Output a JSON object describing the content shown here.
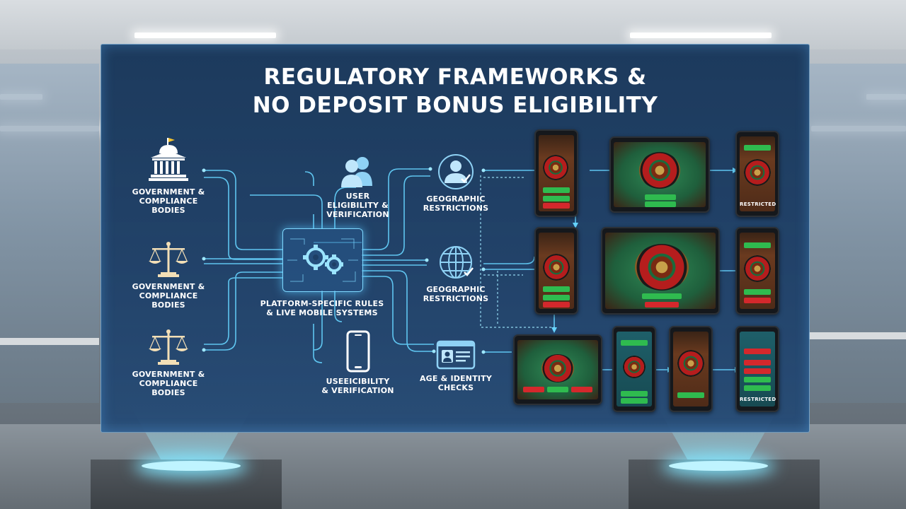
{
  "title_line1": "REGULATORY FRAMEWORKS &",
  "title_line2": "NO DEPOSIT BONUS ELIGIBILITY",
  "left_nodes": [
    {
      "label_line1": "GOVERNMENT &",
      "label_line2": "COMPLIANCE BODIES",
      "icon": "government-building-icon"
    },
    {
      "label_line1": "GOVERNMENT &",
      "label_line2": "COMPLIANCE BODIES",
      "icon": "scales-of-justice-icon"
    },
    {
      "label_line1": "GOVERNMENT &",
      "label_line2": "COMPLIANCE BODIES",
      "icon": "scales-of-justice-icon"
    }
  ],
  "hub": {
    "label_line1": "PLATFORM-SPECIFIC RULES",
    "label_line2": "& LIVE MOBILE SYSTEMS",
    "icon": "circuit-gears-icon"
  },
  "middle_nodes": [
    {
      "label_line1": "USER",
      "label_line2": "ELIGIBILITY &",
      "label_line3": "VERIFICATION",
      "icon": "users-icon"
    },
    {
      "label_line1": "USEEICIBILITY",
      "label_line2": "& VERIFICATION",
      "icon": "smartphone-icon"
    }
  ],
  "right_nodes": [
    {
      "label_line1": "GEOGRAPHIC",
      "label_line2": "RESTRICTIONS",
      "icon": "user-check-icon"
    },
    {
      "label_line1": "GEOGRAPHIC",
      "label_line2": "RESTRICTIONS",
      "icon": "globe-icon"
    },
    {
      "label_line1": "AGE & IDENTITY",
      "label_line2": "CHECKS",
      "icon": "id-card-icon"
    }
  ],
  "device_labels": {
    "restricted": "RESTRICTED"
  },
  "colors": {
    "panel": "#1d3f66",
    "wire": "#66d4ff",
    "accent_green": "#2fbb4f",
    "accent_red": "#d4282c"
  }
}
